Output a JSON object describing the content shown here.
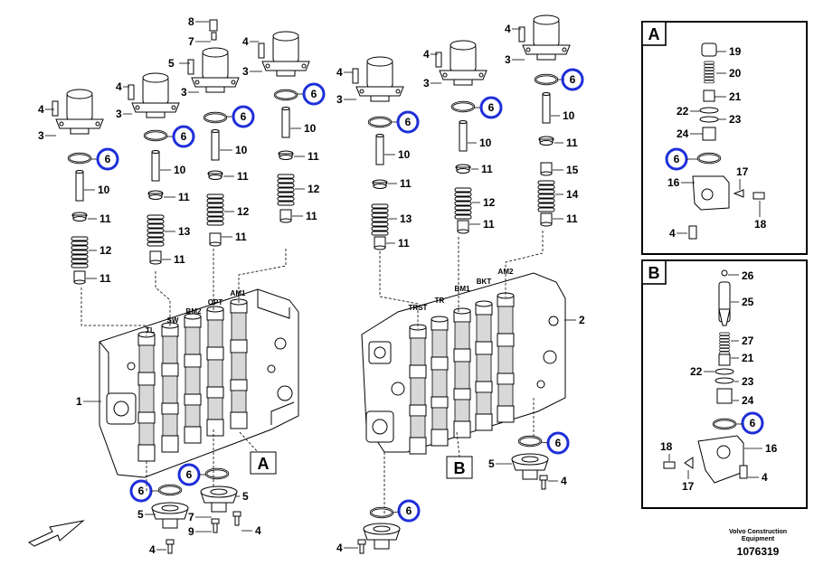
{
  "inset_a": {
    "letter": "A"
  },
  "inset_b": {
    "letter": "B"
  },
  "valve_labels": [
    "TL",
    "SW",
    "BM2",
    "OPT",
    "AM1",
    "TRST",
    "TR",
    "BM1",
    "BKT",
    "AM2"
  ],
  "part_numbers": {
    "n1": "1",
    "n2": "2",
    "n3": "3",
    "n4": "4",
    "n5": "5",
    "n6": "6",
    "n7": "7",
    "n8": "8",
    "n9": "9",
    "n10": "10",
    "n11": "11",
    "n12": "12",
    "n13": "13",
    "n14": "14",
    "n15": "15",
    "n16": "16",
    "n17": "17",
    "n18": "18",
    "n19": "19",
    "n20": "20",
    "n21": "21",
    "n22": "22",
    "n23": "23",
    "n24": "24",
    "n25": "25",
    "n26": "26",
    "n27": "27"
  },
  "footer": {
    "company_line1": "Volvo Construction",
    "company_line2": "Equipment",
    "drawing_no": "1076319"
  },
  "colors": {
    "highlight": "#1e2fd8",
    "line": "#000000"
  }
}
